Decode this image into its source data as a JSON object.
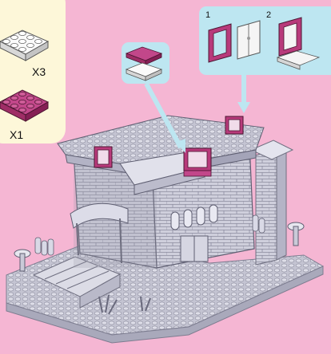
{
  "parts_panel": {
    "items": [
      {
        "icon": "white-plate-2x4-icon",
        "quantity": "X3",
        "color": "#f2f2f2"
      },
      {
        "icon": "magenta-plate-2x4-icon",
        "quantity": "X1",
        "color": "#b73a78"
      }
    ]
  },
  "steps_panel": {
    "steps": [
      {
        "number": "1",
        "icon": "magenta-window-frame-icon"
      },
      {
        "number": "2",
        "icon": "assembled-window-icon"
      }
    ]
  },
  "callout_panel": {
    "icon": "stacked-plates-icon"
  },
  "colors": {
    "background": "#f5b6d3",
    "parts_panel": "#fdf7d9",
    "callout": "#bde6f1",
    "brick": "#c9c9d7",
    "accent": "#b73a78"
  }
}
